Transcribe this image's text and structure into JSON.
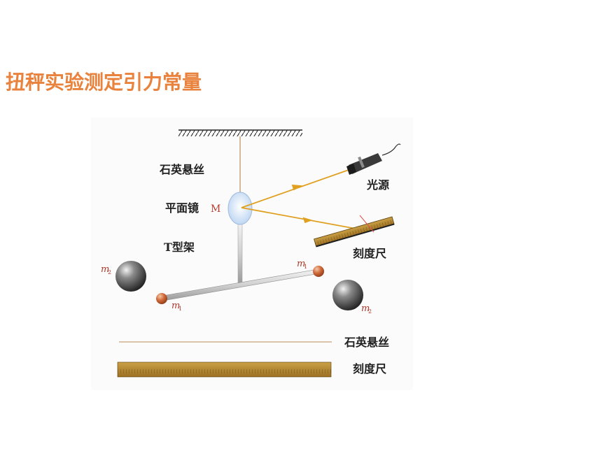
{
  "title": "扭秤实验测定引力常量",
  "labels": {
    "fiber": "石英悬丝",
    "mirror": "平面镜",
    "mirror_letter": "M",
    "t_frame": "T型架",
    "light_source": "光源",
    "scale": "刻度尺",
    "legend_fiber": "石英悬丝",
    "legend_scale": "刻度尺"
  },
  "masses": {
    "m1_symbol": "m",
    "m1_sub": "1",
    "m2_symbol": "m",
    "m2_sub": "2"
  },
  "colors": {
    "title": "#e8823c",
    "light_ray": "#e0a020",
    "scale_fill": "#b8862a",
    "mass_label": "#b03a2e",
    "mirror": "#d6e6fa",
    "small_ball": "#c8643a",
    "large_ball": "#333333"
  }
}
